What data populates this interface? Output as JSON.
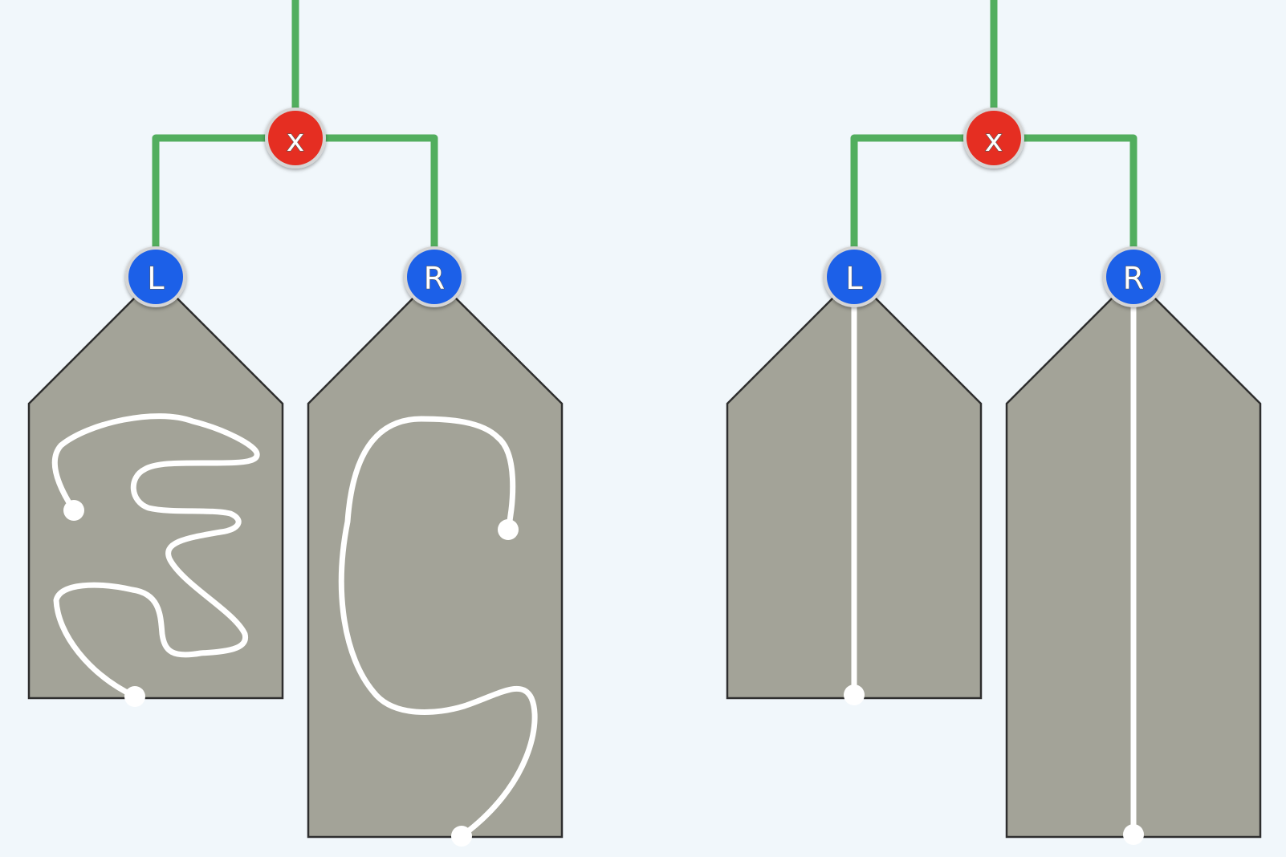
{
  "colors": {
    "background": "#f1f7fb",
    "wire": "#52ae5e",
    "junction": "#e52d20",
    "terminal": "#1f60e8",
    "housing": "#a3a398",
    "strand": "#ffffff"
  },
  "assemblies": [
    {
      "junction": {
        "label": "x",
        "icon": "x-junction-node"
      },
      "terminals": [
        {
          "label": "L",
          "icon": "left-terminal-node"
        },
        {
          "label": "R",
          "icon": "right-terminal-node"
        }
      ],
      "strand_style": "tangled"
    },
    {
      "junction": {
        "label": "x",
        "icon": "x-junction-node"
      },
      "terminals": [
        {
          "label": "L",
          "icon": "left-terminal-node"
        },
        {
          "label": "R",
          "icon": "right-terminal-node"
        }
      ],
      "strand_style": "straight"
    }
  ]
}
